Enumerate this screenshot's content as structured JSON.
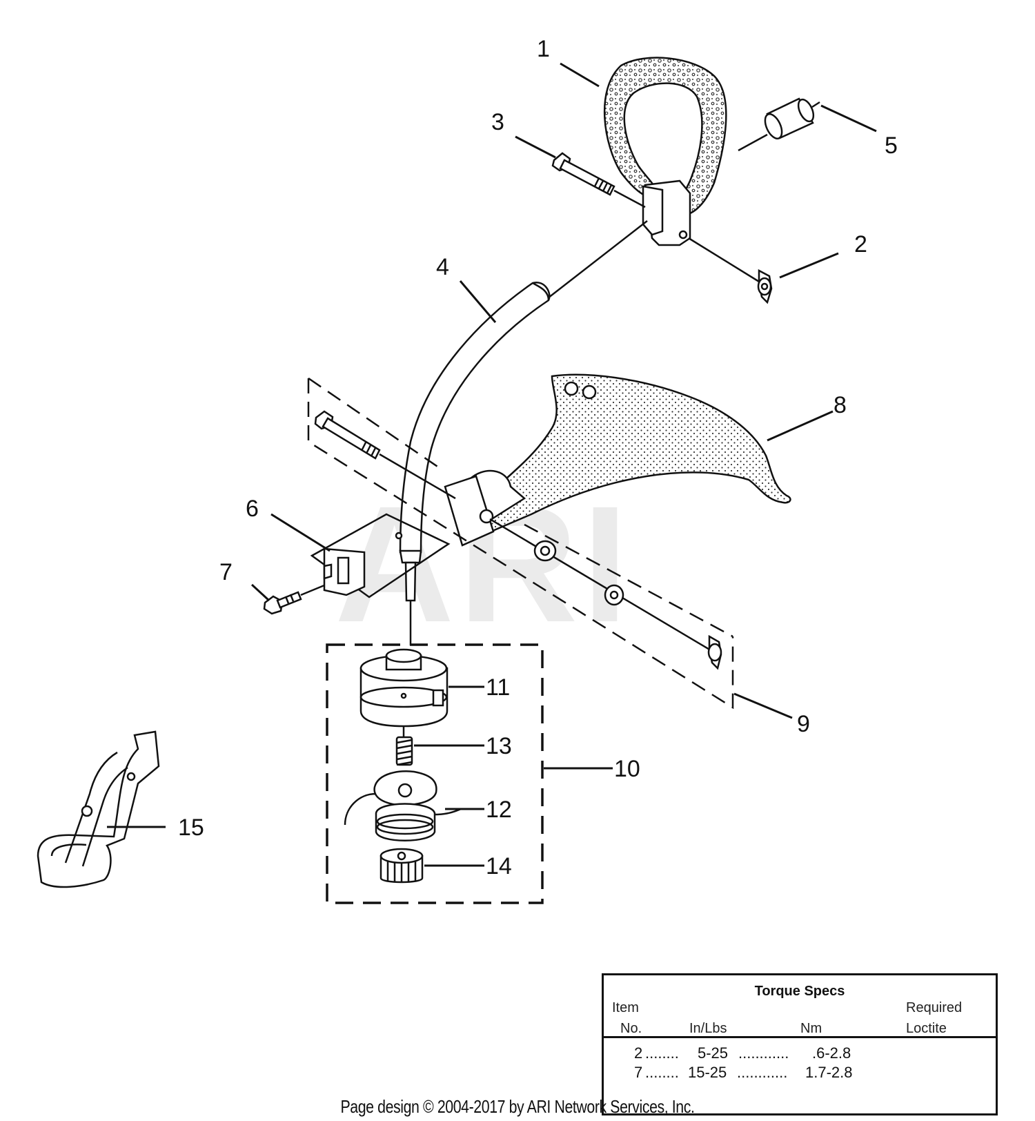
{
  "watermark": "ARI",
  "callouts": [
    "1",
    "2",
    "3",
    "4",
    "5",
    "6",
    "7",
    "8",
    "9",
    "10",
    "11",
    "12",
    "13",
    "14",
    "15"
  ],
  "torque_table": {
    "title": "Torque Specs",
    "header_item": "Item",
    "header_no": "No.",
    "header_inlbs": "In/Lbs",
    "header_nm": "Nm",
    "header_required": "Required",
    "header_loctite": "Loctite",
    "rows": [
      {
        "item": "2",
        "inlbs": "5-25",
        "nm": ".6-2.8"
      },
      {
        "item": "7",
        "inlbs": "15-25",
        "nm": "1.7-2.8"
      }
    ]
  },
  "footer": "Page design © 2004-2017 by ARI Network Services, Inc."
}
